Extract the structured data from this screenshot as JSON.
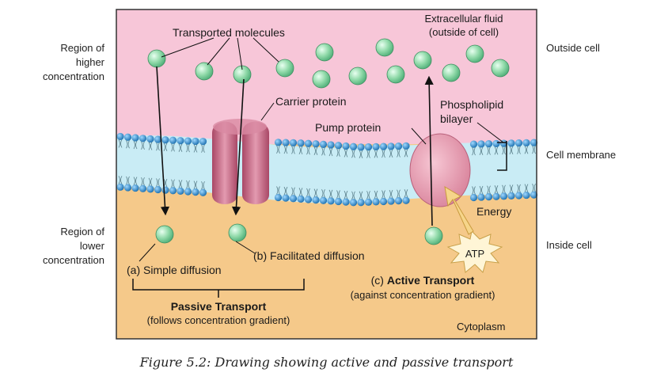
{
  "side_labels": {
    "higher": [
      "Region of",
      "higher",
      "concentration"
    ],
    "lower": [
      "Region of",
      "lower",
      "concentration"
    ],
    "outside": "Outside cell",
    "membrane": "Cell membrane",
    "inside": "Inside cell"
  },
  "diagram": {
    "transported_molecules": "Transported molecules",
    "extracellular": [
      "Extracellular fluid",
      "(outside of cell)"
    ],
    "carrier_protein": "Carrier protein",
    "pump_protein": "Pump protein",
    "phospholipid": [
      "Phospholipid",
      "bilayer"
    ],
    "energy": "Energy",
    "atp": "ATP",
    "simple_diffusion": "(a) Simple diffusion",
    "facilitated_diffusion": "(b) Facilitated diffusion",
    "passive_transport": "Passive Transport",
    "passive_note": "(follows concentration gradient)",
    "active_prefix": "(c)",
    "active_transport": "Active Transport",
    "active_note": "(against concentration gradient)",
    "cytoplasm": "Cytoplasm"
  },
  "caption": "Figure 5.2: Drawing showing active and passive transport",
  "colors": {
    "extracellular": "#f7c6d8",
    "cytoplasm": "#f5c98a",
    "membrane_core": "#c9ecf5",
    "head": "#2a8fd0",
    "molecule": "#8fd9a8",
    "protein": "#c96a82",
    "pump": "#e59aae"
  }
}
